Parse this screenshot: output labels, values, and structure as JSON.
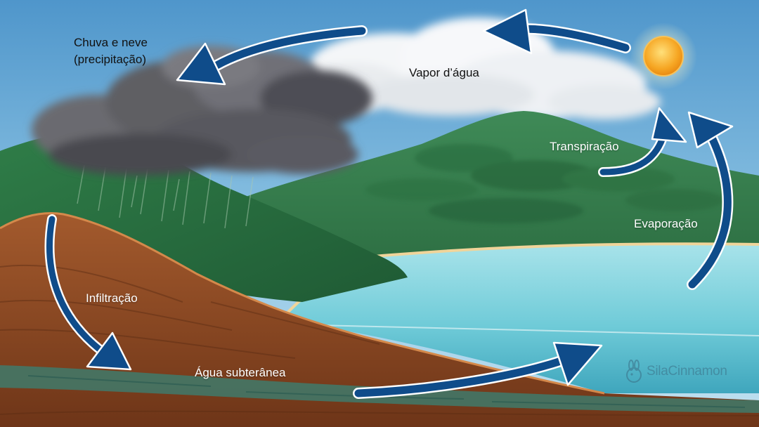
{
  "labels": {
    "precipitation_line1": "Chuva e neve",
    "precipitation_line2": "(precipitação)",
    "water_vapor": "Vapor d’água",
    "transpiration": "Transpiração",
    "evaporation": "Evaporação",
    "infiltration": "Infiltração",
    "groundwater": "Água subterânea"
  },
  "watermark": {
    "text": "SilaCinnamon",
    "icon": "rabbit-logo-icon"
  },
  "colors": {
    "sky_top": "#5a9fd0",
    "sky_bottom": "#b9dcef",
    "arrow": "#0f4c8a",
    "arrow_outline": "#ffffff",
    "sun": "#f6a623",
    "lake": "#63c5d4",
    "hill": "#2f7a47",
    "soil": "#8b4a26",
    "storm_cloud": "#5b5b60",
    "white_cloud": "#f4f6f8"
  }
}
